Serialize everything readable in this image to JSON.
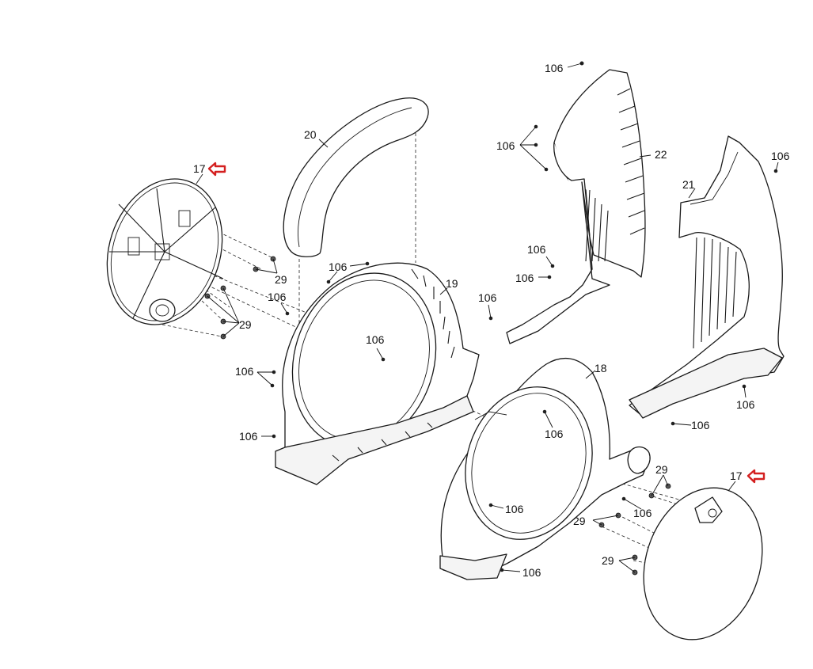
{
  "callouts": {
    "p17_left": "17",
    "p17_right": "17",
    "p18": "18",
    "p19": "19",
    "p20": "20",
    "p21": "21",
    "p22": "22",
    "p29_a": "29",
    "p29_b": "29",
    "p29_c": "29",
    "p29_d": "29",
    "p29_e": "29",
    "p106_a": "106",
    "p106_b": "106",
    "p106_c": "106",
    "p106_d": "106",
    "p106_e": "106",
    "p106_f": "106",
    "p106_g": "106",
    "p106_h": "106",
    "p106_i": "106",
    "p106_j": "106",
    "p106_k": "106",
    "p106_l": "106",
    "p106_m": "106",
    "p106_n": "106",
    "p106_o": "106",
    "p106_p": "106"
  },
  "colors": {
    "line": "#1a1a1a",
    "arrow": "#d42020",
    "background": "#ffffff"
  },
  "icons": {
    "marker": "red-outline-left-arrow"
  }
}
